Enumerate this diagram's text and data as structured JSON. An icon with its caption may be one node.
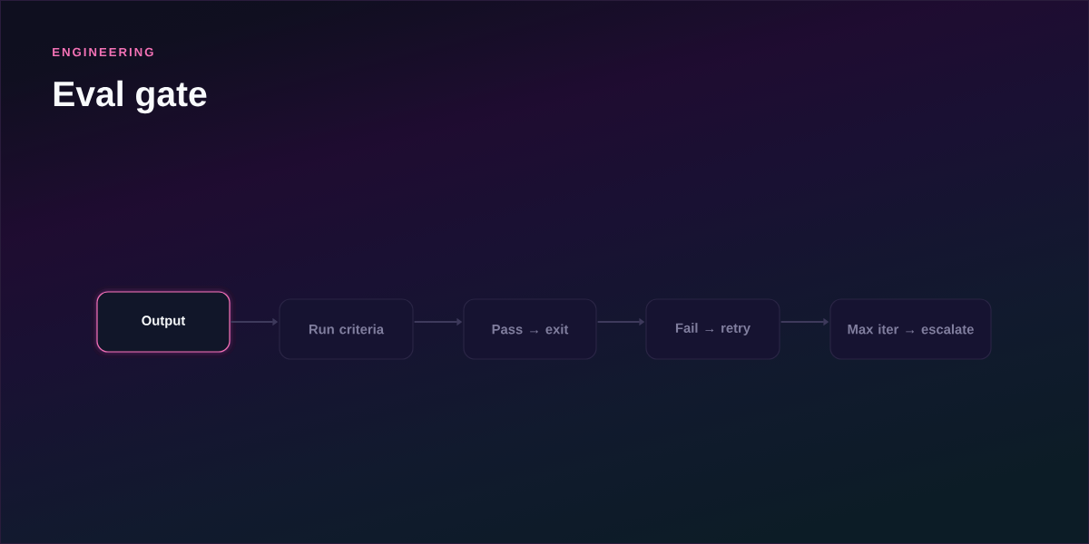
{
  "diagram": {
    "title": "Eval gate",
    "nodes": [
      {
        "text": [
          "Output"
        ]
      },
      {
        "text": [
          "Run criteria"
        ]
      },
      {
        "text": [
          "Pass → exit"
        ]
      },
      {
        "text": [
          "Fail → retry"
        ]
      },
      {
        "text": [
          "Max iter → escalate"
        ]
      }
    ],
    "edges": [
      {
        "from": 0,
        "to": 1,
        "arrow": "to"
      },
      {
        "from": 1,
        "to": 2,
        "arrow": "to"
      },
      {
        "from": 2,
        "to": 3,
        "arrow": "to"
      },
      {
        "from": 3,
        "to": 4,
        "arrow": "to"
      }
    ],
    "labels": [
      "ENGINEERING"
    ]
  }
}
